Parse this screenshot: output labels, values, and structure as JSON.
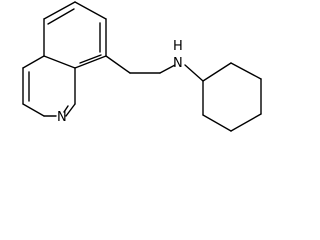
{
  "molecule": {
    "atoms": {
      "ring_nitrogen": "N",
      "amine_nitrogen": "N",
      "amine_hydrogen": "H"
    }
  }
}
